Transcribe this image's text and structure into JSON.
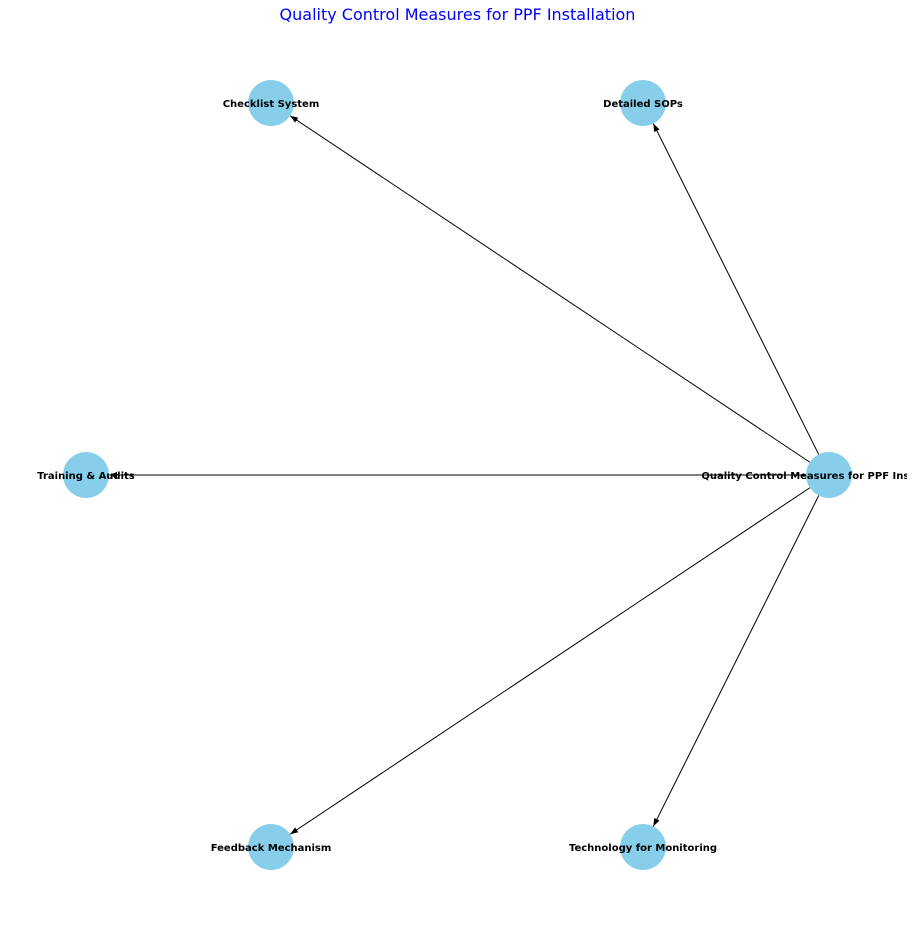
{
  "title": "Quality Control Measures for PPF Installation",
  "colors": {
    "node_fill": "#87ceeb",
    "edge": "#000000",
    "title": "#0000ff",
    "label": "#000000"
  },
  "nodes": [
    {
      "id": "root",
      "label": "Quality Control Measures for PPF Installation"
    },
    {
      "id": "detailed_sops",
      "label": "Detailed SOPs"
    },
    {
      "id": "checklist_system",
      "label": "Checklist System"
    },
    {
      "id": "training_audits",
      "label": "Training & Audits"
    },
    {
      "id": "feedback_mechanism",
      "label": "Feedback Mechanism"
    },
    {
      "id": "technology_monitoring",
      "label": "Technology for Monitoring"
    }
  ],
  "edges": [
    {
      "from": "root",
      "to": "detailed_sops"
    },
    {
      "from": "root",
      "to": "checklist_system"
    },
    {
      "from": "root",
      "to": "training_audits"
    },
    {
      "from": "root",
      "to": "feedback_mechanism"
    },
    {
      "from": "root",
      "to": "technology_monitoring"
    }
  ]
}
